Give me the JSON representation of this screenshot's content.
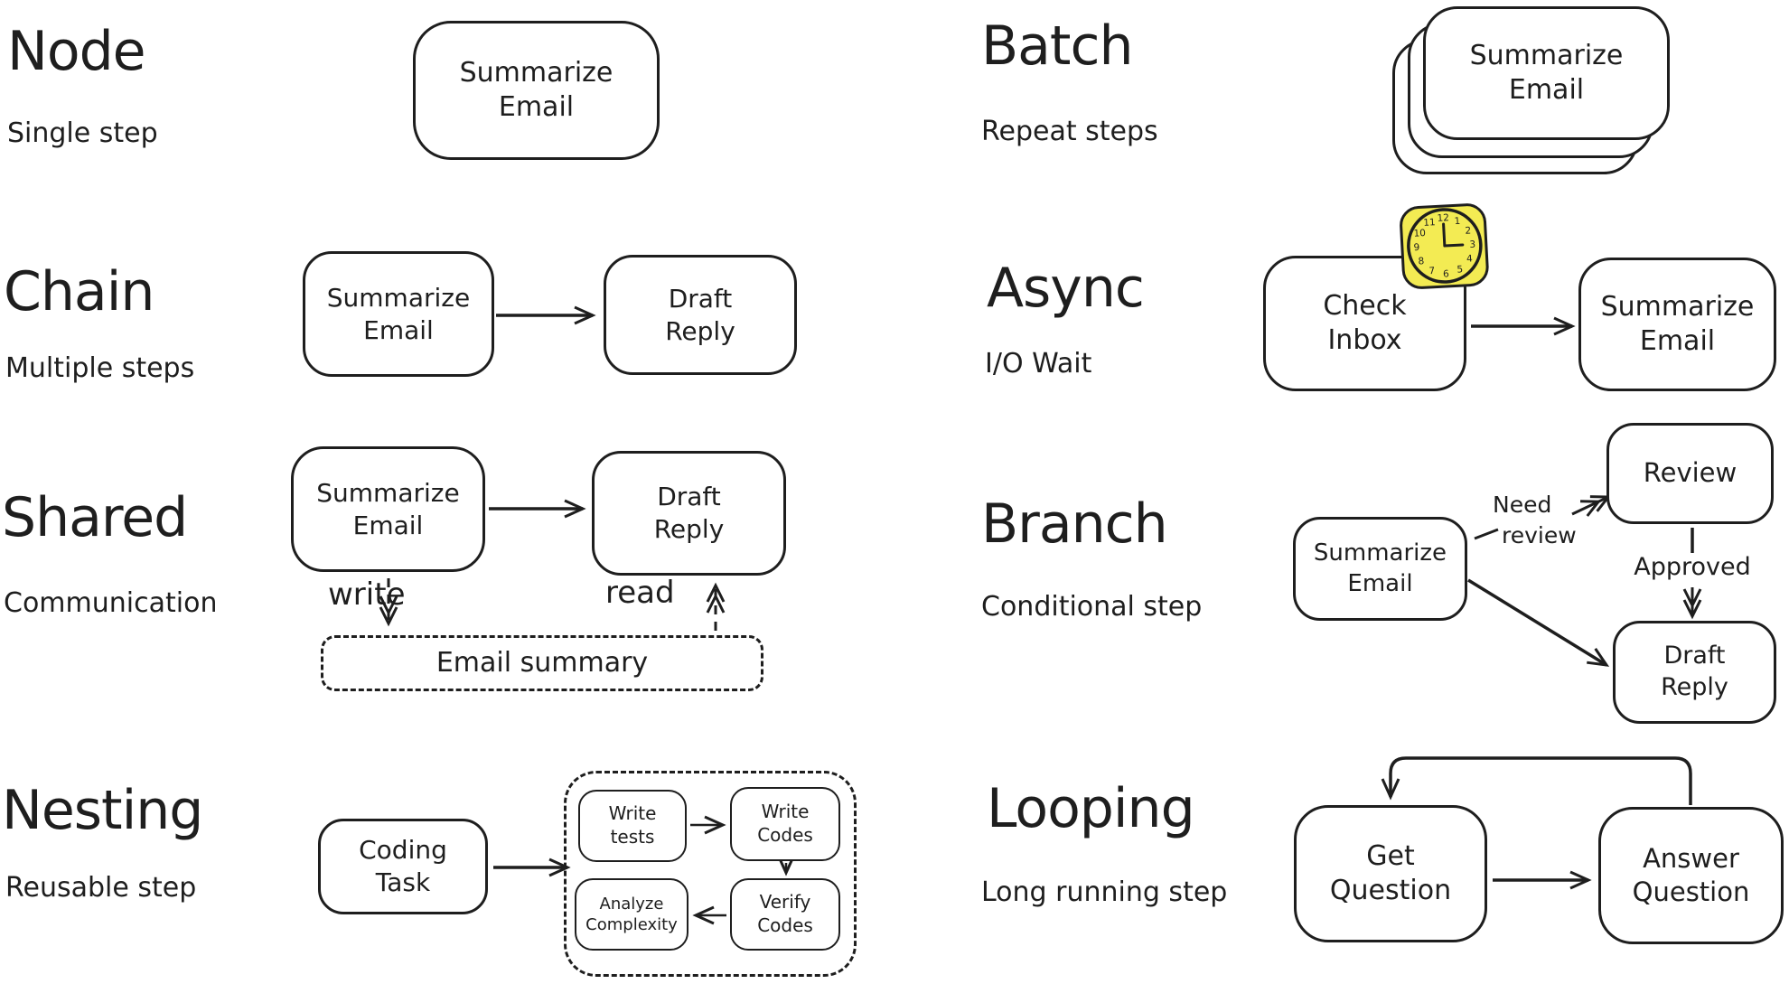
{
  "palette": {
    "ink": "#1e1e1e",
    "background": "#ffffff",
    "clock_fill": "#f3eb53"
  },
  "sections": {
    "node": {
      "title": "Node",
      "subtitle": "Single step",
      "boxes": {
        "summarize": "Summarize Email"
      }
    },
    "chain": {
      "title": "Chain",
      "subtitle": "Multiple steps",
      "boxes": {
        "summarize": "Summarize Email",
        "draft": "Draft Reply"
      }
    },
    "shared": {
      "title": "Shared",
      "subtitle": "Communication",
      "boxes": {
        "summarize": "Summarize Email",
        "draft": "Draft Reply",
        "store": "Email summary"
      },
      "labels": {
        "write": "write",
        "read": "read"
      }
    },
    "nesting": {
      "title": "Nesting",
      "subtitle": "Reusable step",
      "boxes": {
        "task": "Coding Task",
        "write_tests": "Write tests",
        "write_codes": "Write Codes",
        "verify_codes": "Verify Codes",
        "analyze": "Analyze Complexity"
      }
    },
    "batch": {
      "title": "Batch",
      "subtitle": "Repeat steps",
      "boxes": {
        "summarize": "Summarize Email"
      }
    },
    "async": {
      "title": "Async",
      "subtitle": "I/O Wait",
      "boxes": {
        "check": "Check Inbox",
        "summarize": "Summarize Email"
      },
      "clock": {
        "numbers": [
          "1",
          "2",
          "3",
          "4",
          "5",
          "6",
          "7",
          "8",
          "9",
          "10",
          "11",
          "12"
        ],
        "time": "3:00"
      }
    },
    "branch": {
      "title": "Branch",
      "subtitle": "Conditional step",
      "boxes": {
        "summarize": "Summarize Email",
        "review": "Review",
        "draft": "Draft Reply"
      },
      "labels": {
        "need_line1": "Need",
        "need_line2": "review",
        "approved": "Approved"
      }
    },
    "looping": {
      "title": "Looping",
      "subtitle": "Long running step",
      "boxes": {
        "get": "Get Question",
        "answer": "Answer Question"
      }
    }
  }
}
